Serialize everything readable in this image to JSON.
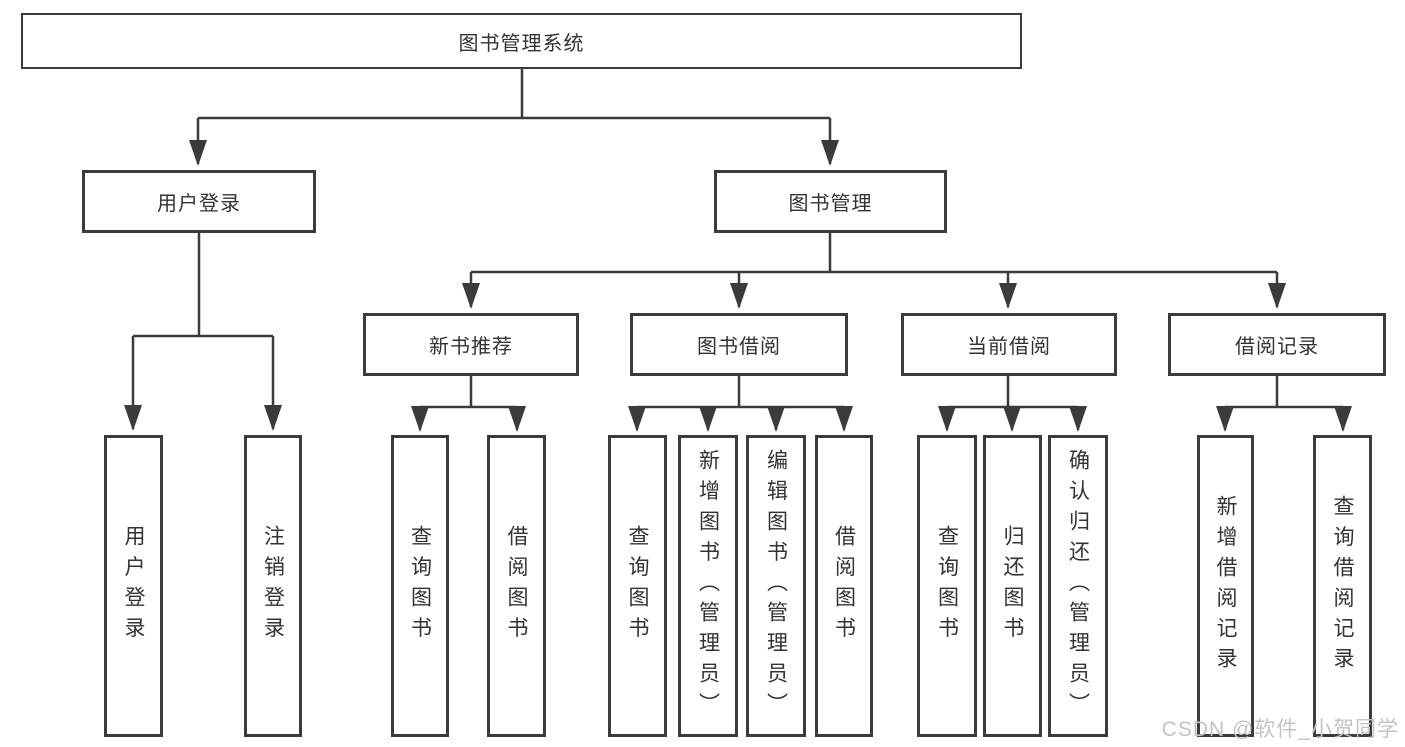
{
  "diagram": {
    "tree": {
      "label": "图书管理系统",
      "children": [
        {
          "label": "用户登录",
          "children": [
            {
              "label": "用户登录"
            },
            {
              "label": "注销登录"
            }
          ]
        },
        {
          "label": "图书管理",
          "children": [
            {
              "label": "新书推荐",
              "children": [
                {
                  "label": "查询图书"
                },
                {
                  "label": "借阅图书"
                }
              ]
            },
            {
              "label": "图书借阅",
              "children": [
                {
                  "label": "查询图书"
                },
                {
                  "label": "新增图书（管理员）"
                },
                {
                  "label": "编辑图书（管理员）"
                },
                {
                  "label": "借阅图书"
                }
              ]
            },
            {
              "label": "当前借阅",
              "children": [
                {
                  "label": "查询图书"
                },
                {
                  "label": "归还图书"
                },
                {
                  "label": "确认归还（管理员）"
                }
              ]
            },
            {
              "label": "借阅记录",
              "children": [
                {
                  "label": "新增借阅记录"
                },
                {
                  "label": "查询借阅记录"
                }
              ]
            }
          ]
        }
      ]
    },
    "colors": {
      "line": "#3b3b3b",
      "border": "#3b3b3b",
      "text": "#333333",
      "watermark": "#c6c2c2"
    }
  },
  "watermark": {
    "text": "CSDN @软件_小贺同学"
  }
}
